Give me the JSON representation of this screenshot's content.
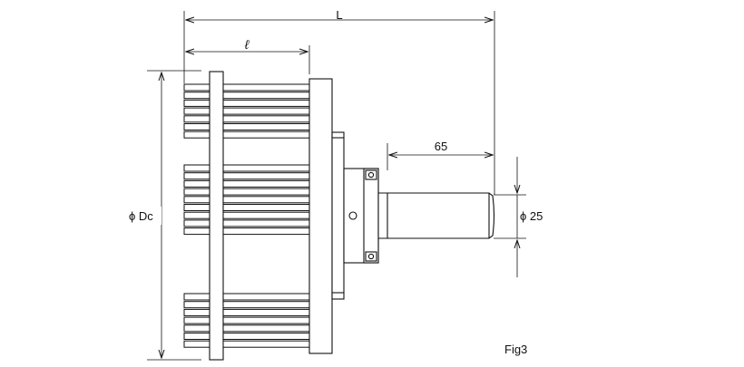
{
  "dimensions": {
    "overall_length_label": "L",
    "fin_length_label": "ℓ",
    "shaft_length_label": "65",
    "outer_diameter_label": "ϕ Dc",
    "shaft_diameter_label": "ϕ 25"
  },
  "figure_label": "Fig3"
}
